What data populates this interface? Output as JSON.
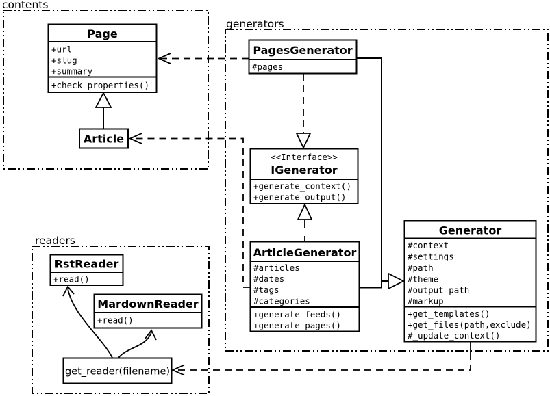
{
  "packages": {
    "contents": {
      "label": "contents"
    },
    "generators": {
      "label": "generators"
    },
    "readers": {
      "label": "readers"
    }
  },
  "classes": {
    "page": {
      "name": "Page",
      "attributes": [
        "+url",
        "+slug",
        "+summary"
      ],
      "methods": [
        "+check_properties()"
      ]
    },
    "article": {
      "name": "Article"
    },
    "pages_generator": {
      "name": "PagesGenerator",
      "attributes": [
        "#pages"
      ]
    },
    "igenerator": {
      "stereotype": "<<Interface>>",
      "name": "IGenerator",
      "methods": [
        "+generate_context()",
        "+generate_output()"
      ]
    },
    "article_generator": {
      "name": "ArticleGenerator",
      "attributes": [
        "#articles",
        "#dates",
        "#tags",
        "#categories"
      ],
      "methods": [
        "+generate_feeds()",
        "+generate_pages()"
      ]
    },
    "generator": {
      "name": "Generator",
      "attributes": [
        "#context",
        "#settings",
        "#path",
        "#theme",
        "#output_path",
        "#markup"
      ],
      "methods": [
        "+get_templates()",
        "+get_files(path,exclude)",
        "#_update_context()"
      ]
    },
    "rst_reader": {
      "name": "RstReader",
      "methods": [
        "+read()"
      ]
    },
    "markdown_reader": {
      "name": "MardownReader",
      "methods": [
        "+read()"
      ]
    },
    "get_reader": {
      "name": "get_reader(filename)"
    }
  },
  "relationships": [
    {
      "from": "Article",
      "to": "Page",
      "type": "inheritance"
    },
    {
      "from": "PagesGenerator",
      "to": "Page",
      "type": "dependency"
    },
    {
      "from": "ArticleGenerator",
      "to": "Article",
      "type": "dependency"
    },
    {
      "from": "PagesGenerator",
      "to": "IGenerator",
      "type": "realization"
    },
    {
      "from": "ArticleGenerator",
      "to": "IGenerator",
      "type": "realization"
    },
    {
      "from": "PagesGenerator",
      "to": "Generator",
      "type": "inheritance"
    },
    {
      "from": "ArticleGenerator",
      "to": "Generator",
      "type": "inheritance"
    },
    {
      "from": "Generator",
      "to": "get_reader(filename)",
      "type": "dependency"
    },
    {
      "from": "get_reader(filename)",
      "to": "RstReader",
      "type": "arrow"
    },
    {
      "from": "get_reader(filename)",
      "to": "MardownReader",
      "type": "arrow"
    }
  ],
  "colors": {
    "stroke": "#000000",
    "background": "#ffffff"
  }
}
